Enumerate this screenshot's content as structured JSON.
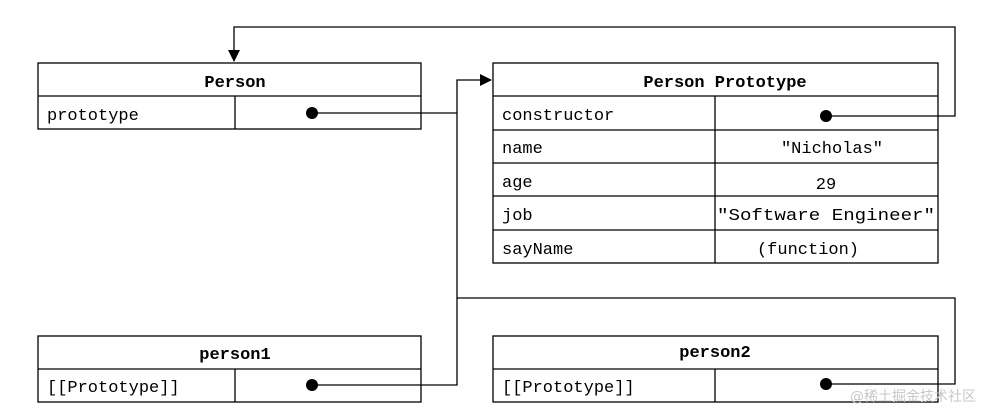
{
  "person": {
    "title": "Person",
    "row_label": "prototype"
  },
  "prototype": {
    "title": "Person Prototype",
    "rows": [
      {
        "key": "constructor",
        "value": ""
      },
      {
        "key": "name",
        "value": "\"Nicholas\""
      },
      {
        "key": "age",
        "value": "29"
      },
      {
        "key": "job",
        "value": "\"Software Engineer\""
      },
      {
        "key": "sayName",
        "value": "(function)"
      }
    ]
  },
  "person1": {
    "title": "person1",
    "row_label": "[[Prototype]]"
  },
  "person2": {
    "title": "person2",
    "row_label": "[[Prototype]]"
  },
  "watermark": "@稀土掘金技术社区",
  "colors": {
    "line": "#000000",
    "background": "#ffffff",
    "watermark": "#c8c8c8"
  }
}
